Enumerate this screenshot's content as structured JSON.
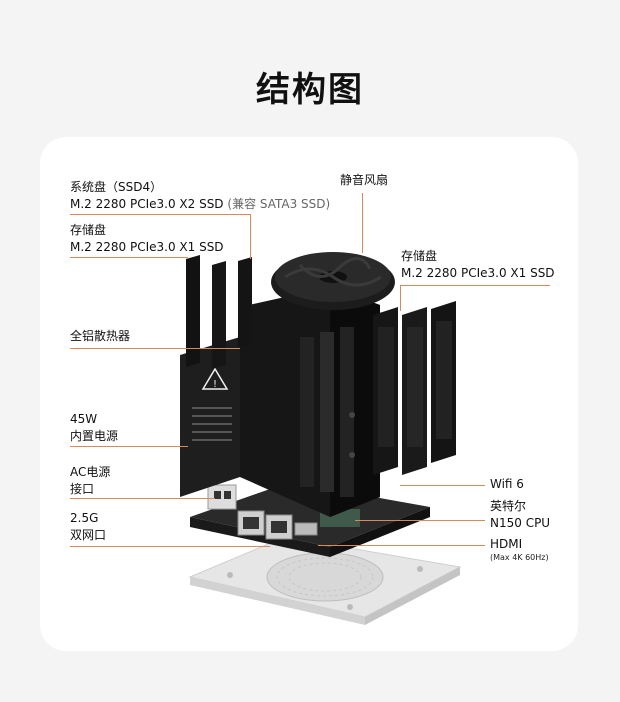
{
  "title": "结构图",
  "labels": {
    "system_disk_title": "系统盘（SSD4）",
    "system_disk_spec": "M.2 2280 PCIe3.0 X2 SSD",
    "system_disk_compat": "(兼容 SATA3 SSD)",
    "storage_left_title": "存储盘",
    "storage_left_spec": "M.2 2280 PCIe3.0 X1 SSD",
    "fan": "静音风扇",
    "storage_right_title": "存储盘",
    "storage_right_spec": "M.2 2280 PCIe3.0 X1 SSD",
    "heatsink": "全铝散热器",
    "psu_line1": "45W",
    "psu_line2": "内置电源",
    "ac_line1": "AC电源",
    "ac_line2": "接口",
    "lan_line1": "2.5G",
    "lan_line2": "双网口",
    "wifi": "Wifi 6",
    "cpu_line1": "英特尔",
    "cpu_line2": "N150 CPU",
    "hdmi": "HDMI",
    "hdmi_note": "(Max 4K 60Hz)"
  },
  "colors": {
    "leader": "#d98a5a",
    "card": "#ffffff",
    "background": "#f4f4f4"
  }
}
